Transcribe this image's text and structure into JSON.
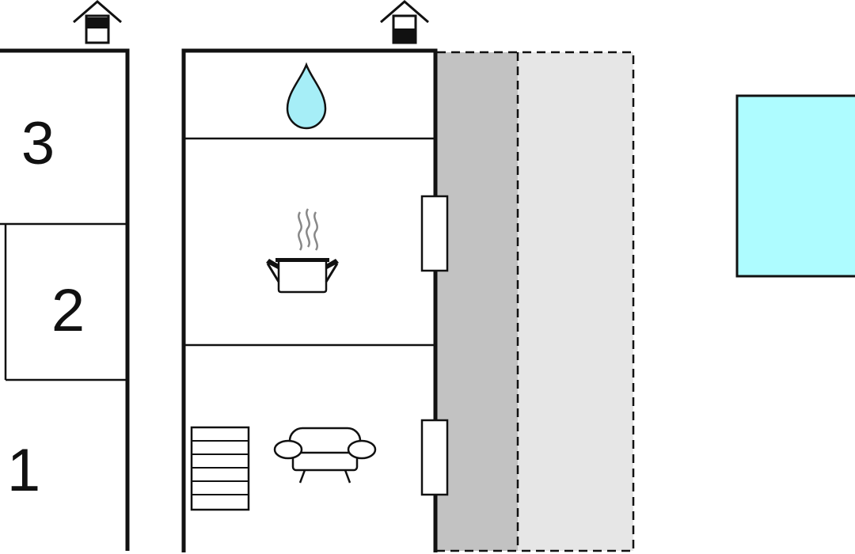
{
  "floor_plan": {
    "rooms": [
      {
        "label": "3"
      },
      {
        "label": "2"
      },
      {
        "label": "1"
      }
    ],
    "icons": [
      "chimney-icon",
      "chimney-icon",
      "water-drop-icon",
      "cooking-pot-icon",
      "sofa-icon",
      "staircase-icon",
      "pool-icon"
    ],
    "colors": {
      "wall": "#111111",
      "water": "#a6eef7",
      "pool": "#aefcff",
      "terrace_covered": "#c2c2c2",
      "terrace_open": "#e6e6e6",
      "background": "#ffffff"
    }
  }
}
